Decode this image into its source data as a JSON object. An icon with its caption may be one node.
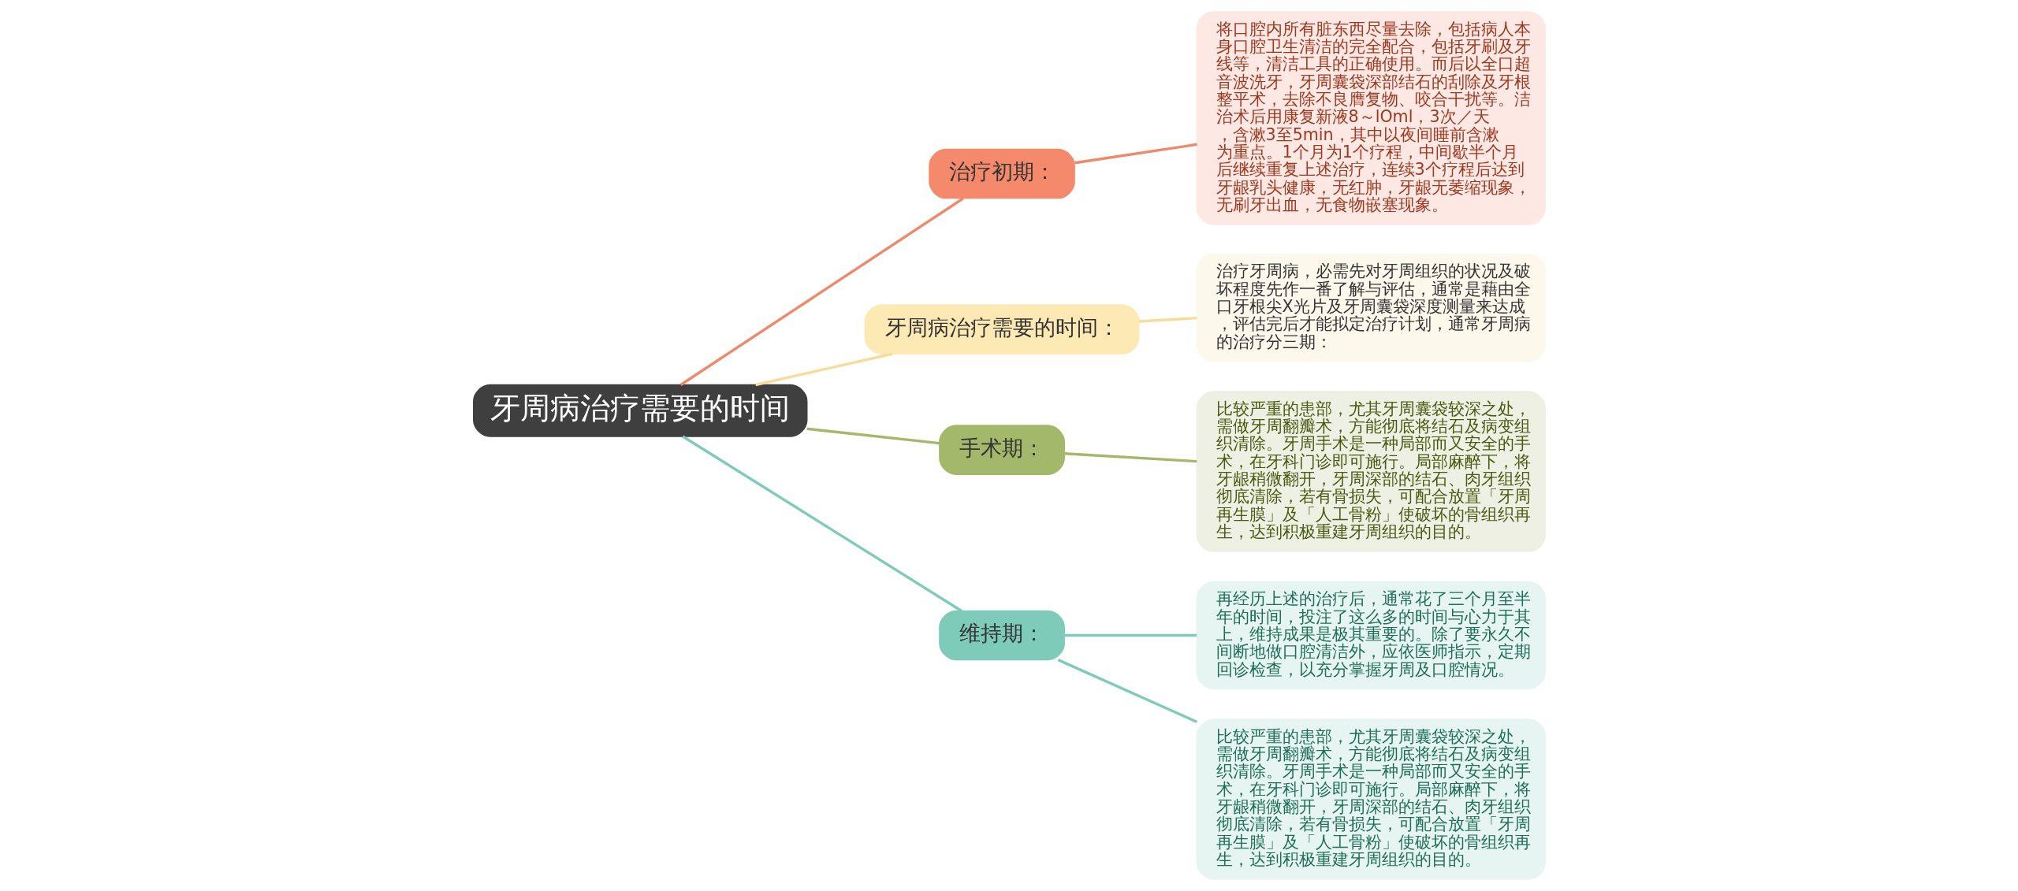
{
  "diagram": {
    "nodes": [
      {
        "text": [
          "牙周病治疗需要的时间"
        ]
      },
      {
        "text": [
          "治疗初期："
        ]
      },
      {
        "text": [
          "将口腔内所有脏东西尽量去除，包括病人本身口腔卫生清洁的完全配合，包括牙刷及牙线等，清洁工具的正确使用。而后以全口超音波洗牙，牙周囊袋深部结石的刮除及牙根整平术，去除不良膺复物、咬合干扰等。洁治术后用康复新液8～lOml，3次／天，含漱3至5min，其中以夜间睡前含漱为重点。1个月为1个疗程，中间歇半个月后继续重复上述治疗，连续3个疗程后达到牙龈乳头健康，无红肿，牙龈无萎缩现象，无刷牙出血，无食物嵌塞现象。"
        ]
      },
      {
        "text": [
          "牙周病治疗需要的时间："
        ]
      },
      {
        "text": [
          "治疗牙周病，必需先对牙周组织的状况及破坏程度先作一番了解与评估，通常是藉由全口牙根尖X光片及牙周囊袋深度测量来达成，评估完后才能拟定治疗计划，通常牙周病的治疗分三期："
        ]
      },
      {
        "text": [
          "手术期："
        ]
      },
      {
        "text": [
          "比较严重的患部，尤其牙周囊袋较深之处，需做牙周翻瓣术，方能彻底将结石及病变组织清除。牙周手术是一种局部而又安全的手术，在牙科门诊即可施行。局部麻醉下，将牙龈稍微翻开，牙周深部的结石、肉牙组织彻底清除，若有骨损失，可配合放置「牙周再生膜」及「人工骨粉」使破坏的骨组织再生，达到积极重建牙周组织的目的。"
        ]
      },
      {
        "text": [
          "维持期："
        ]
      },
      {
        "text": [
          "再经历上述的治疗后，通常花了三个月至半年的时间，投注了这么多的时间与心力于其上，维持成果是极其重要的。除了要永久不间断地做口腔清洁外，应依医师指示，定期回诊检查，以充分掌握牙周及口腔情况。"
        ]
      },
      {
        "text": [
          "比较严重的患部，尤其牙周囊袋较深之处，需做牙周翻瓣术，方能彻底将结石及病变组织清除。牙周手术是一种局部而又安全的手术，在牙科门诊即可施行。局部麻醉下，将牙龈稍微翻开，牙周深部的结石、肉牙组织彻底清除，若有骨损失，可配合放置「牙周再生膜」及「人工骨粉」使破坏的骨组织再生，达到积极重建牙周组织的目的。"
        ]
      }
    ],
    "edges": [
      {
        "from": 0,
        "to": 1,
        "arrow": "none",
        "color": "#f0896a"
      },
      {
        "from": 1,
        "to": 2,
        "arrow": "none",
        "color": "#f0896a"
      },
      {
        "from": 0,
        "to": 3,
        "arrow": "none",
        "color": "#f8dc9c"
      },
      {
        "from": 3,
        "to": 4,
        "arrow": "none",
        "color": "#f8dc9c"
      },
      {
        "from": 0,
        "to": 5,
        "arrow": "none",
        "color": "#a3b86a"
      },
      {
        "from": 5,
        "to": 6,
        "arrow": "none",
        "color": "#a3b86a"
      },
      {
        "from": 0,
        "to": 7,
        "arrow": "none",
        "color": "#7ecbb9"
      },
      {
        "from": 7,
        "to": 8,
        "arrow": "none",
        "color": "#7ecbb9"
      },
      {
        "from": 7,
        "to": 9,
        "arrow": "none",
        "color": "#7ecbb9"
      }
    ]
  }
}
